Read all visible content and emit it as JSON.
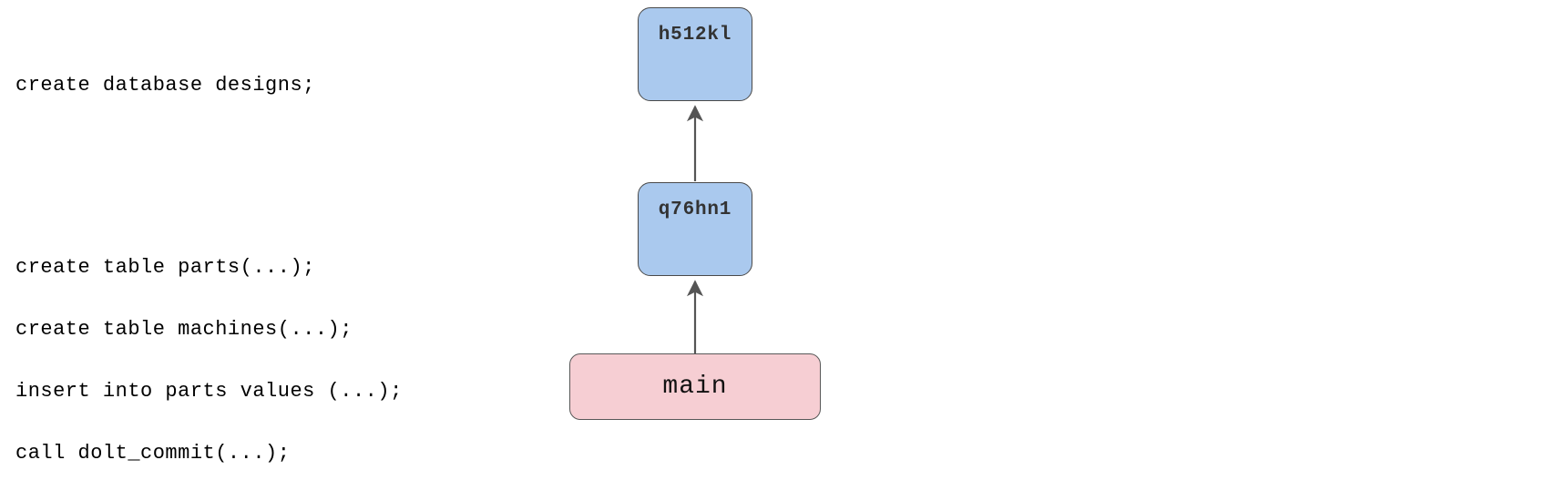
{
  "diagram": {
    "type": "commit-graph",
    "title": "",
    "sql_panel": {
      "groups": [
        {
          "name": "create-database-group",
          "lines": [
            "create database designs;"
          ]
        },
        {
          "name": "create-tables-group",
          "lines": [
            "create table parts(...);",
            "create table machines(...);",
            "insert into parts values (...);",
            "call dolt_commit(...);"
          ]
        }
      ]
    },
    "nodes": [
      {
        "id": "h512kl",
        "label": "h512kl",
        "kind": "commit",
        "fill": "#aac9ee",
        "stroke": "#4a4a4a"
      },
      {
        "id": "q76hn1",
        "label": "q76hn1",
        "kind": "commit",
        "fill": "#aac9ee",
        "stroke": "#4a4a4a"
      },
      {
        "id": "main",
        "label": "main",
        "kind": "branch",
        "fill": "#f6ced3",
        "stroke": "#585858"
      }
    ],
    "edges": [
      {
        "from": "q76hn1",
        "to": "h512kl",
        "arrow": "up"
      },
      {
        "from": "main",
        "to": "q76hn1",
        "arrow": "up"
      }
    ],
    "colors": {
      "commit_fill": "#aac9ee",
      "branch_fill": "#f6ced3",
      "edge_stroke": "#555555",
      "text": "#000000",
      "background": "#ffffff"
    }
  }
}
